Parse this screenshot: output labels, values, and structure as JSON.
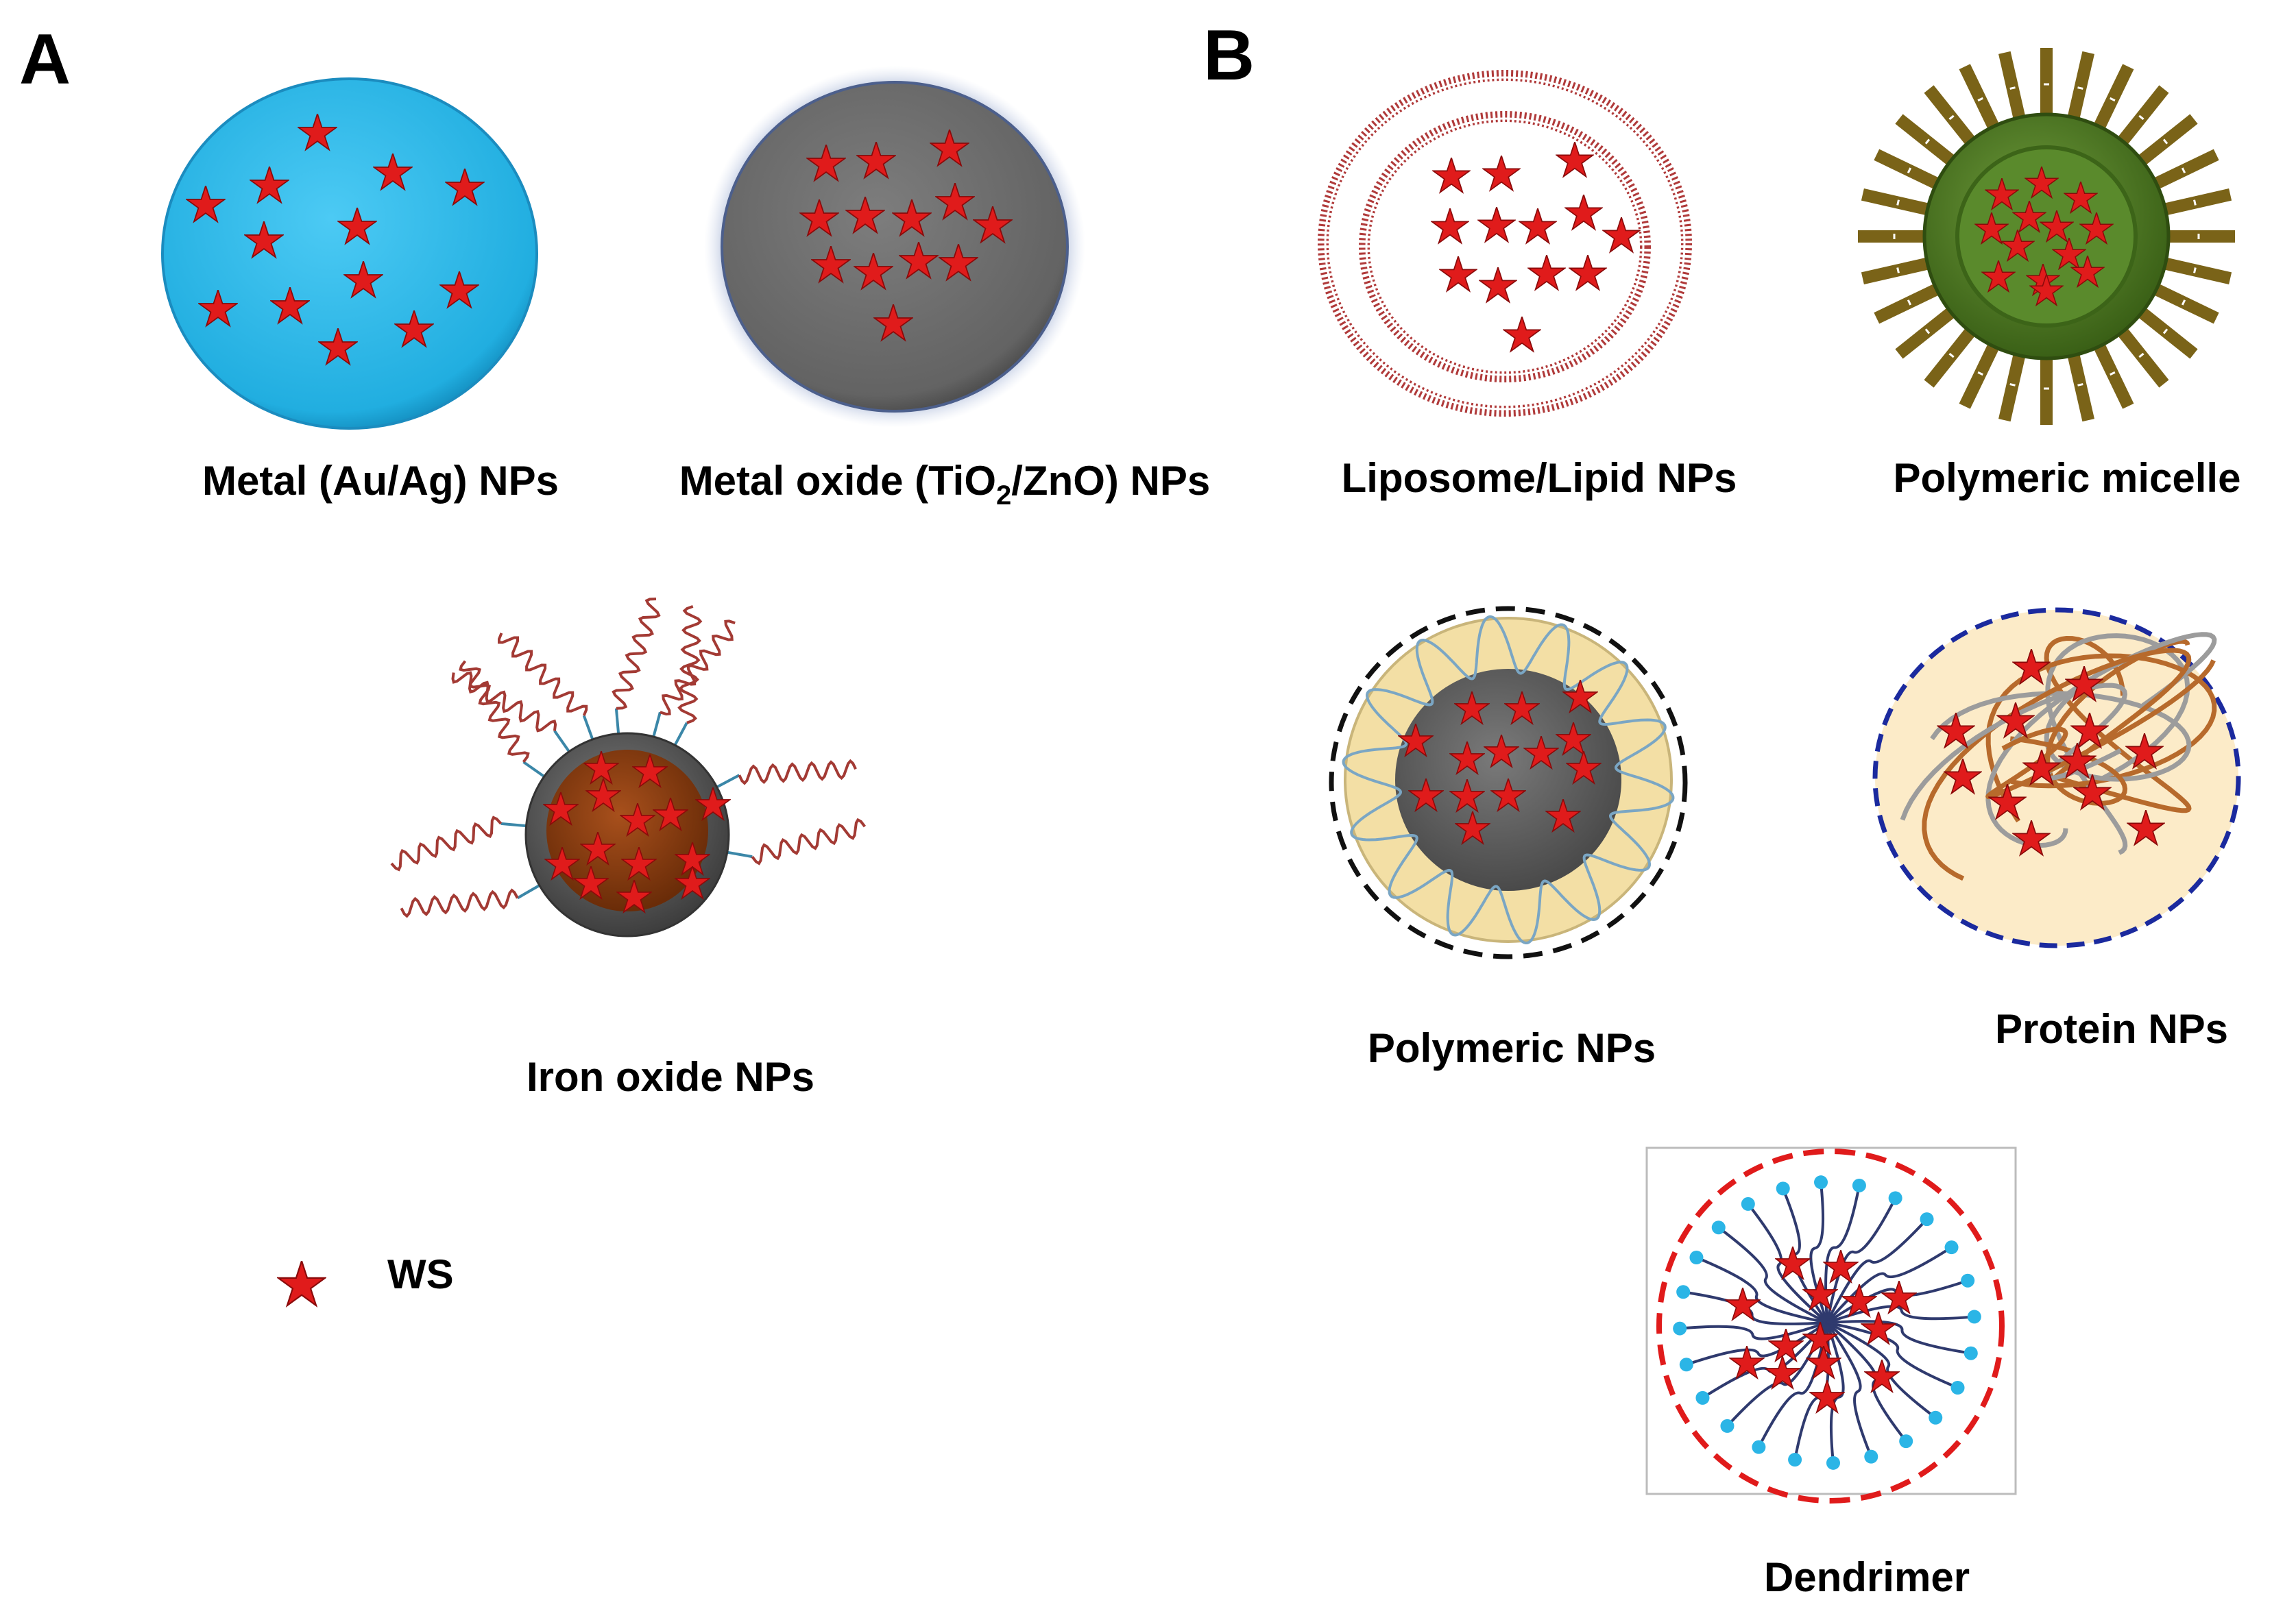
{
  "panels": {
    "a": "A",
    "b": "B"
  },
  "captions": {
    "metal": "Metal (Au/Ag) NPs",
    "metal_oxide_pre": "Metal oxide (TiO",
    "metal_oxide_sub": "2",
    "metal_oxide_post": "/ZnO) NPs",
    "iron_oxide": "Iron oxide NPs",
    "liposome": "Liposome/Lipid NPs",
    "micelle": "Polymeric micelle",
    "polymeric_nps": "Polymeric NPs",
    "protein_nps": "Protein NPs",
    "dendrimer": "Dendrimer"
  },
  "legend": {
    "label": "WS",
    "icon": "star-icon"
  },
  "colors": {
    "star": "#e01b1b",
    "metal_fill": "#29b6e8",
    "oxide_fill": "#6b6b6b",
    "iron_core": "#8a3d12",
    "lipid_ring": "#b03a3a",
    "micelle_core": "#4d7a24",
    "micelle_spike": "#7a6318",
    "polymer_shell": "#f3dfa5",
    "protein_ring": "#1b2a9e",
    "dendrimer_ring": "#e01b1b",
    "dendrimer_tip": "#2bb5e6"
  }
}
